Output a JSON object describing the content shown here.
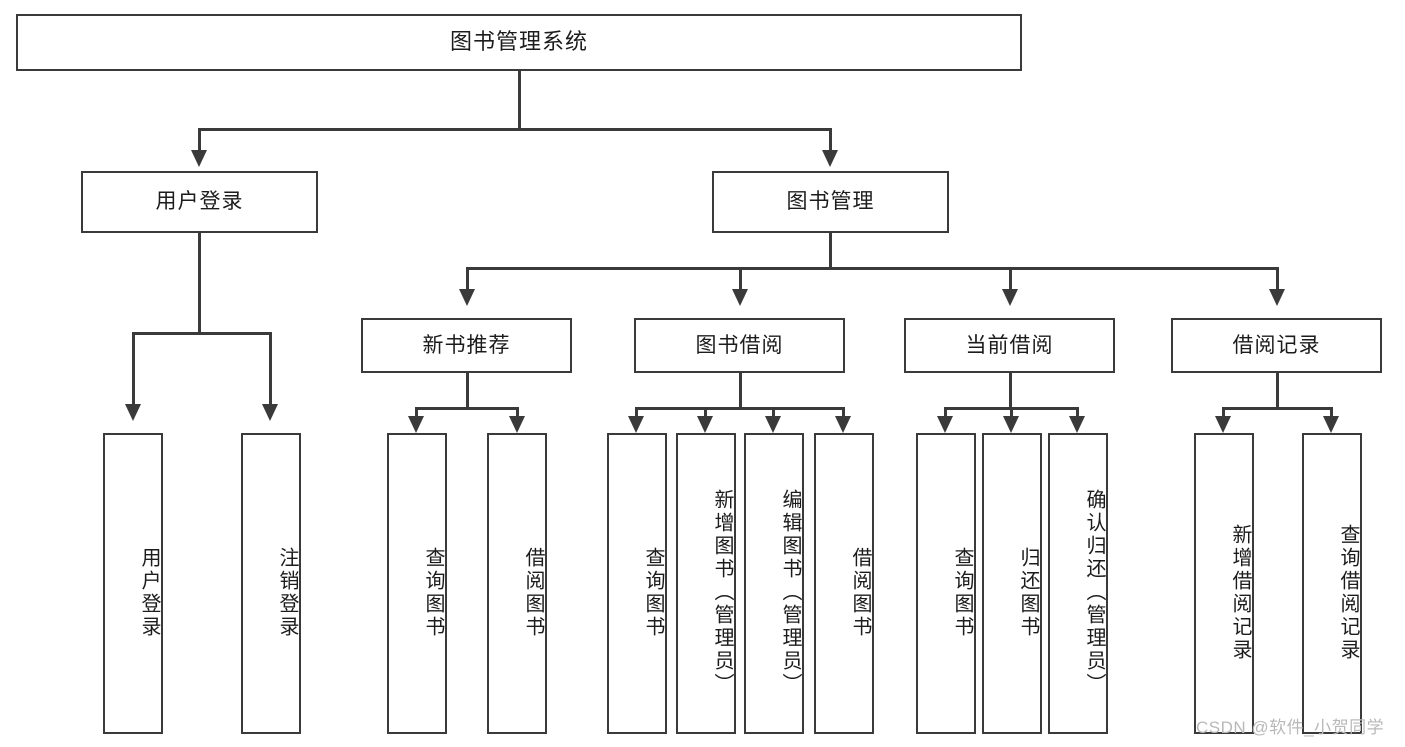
{
  "diagram": {
    "title": "图书管理系统",
    "type": "hierarchy-tree",
    "root": {
      "label": "图书管理系统",
      "level": 1
    },
    "level2": [
      {
        "label": "用户登录"
      },
      {
        "label": "图书管理"
      }
    ],
    "level3": [
      {
        "label": "新书推荐"
      },
      {
        "label": "图书借阅"
      },
      {
        "label": "当前借阅"
      },
      {
        "label": "借阅记录"
      }
    ],
    "leaves": [
      {
        "label": "用户登录",
        "parent": "用户登录"
      },
      {
        "label": "注销登录",
        "parent": "用户登录"
      },
      {
        "label": "查询图书",
        "parent": "新书推荐"
      },
      {
        "label": "借阅图书",
        "parent": "新书推荐"
      },
      {
        "label": "查询图书",
        "parent": "图书借阅"
      },
      {
        "label": "新增图书（管理员）",
        "parent": "图书借阅"
      },
      {
        "label": "编辑图书（管理员）",
        "parent": "图书借阅"
      },
      {
        "label": "借阅图书",
        "parent": "图书借阅"
      },
      {
        "label": "查询图书",
        "parent": "当前借阅"
      },
      {
        "label": "归还图书",
        "parent": "当前借阅"
      },
      {
        "label": "确认归还（管理员）",
        "parent": "当前借阅"
      },
      {
        "label": "新增借阅记录",
        "parent": "借阅记录"
      },
      {
        "label": "查询借阅记录",
        "parent": "借阅记录"
      }
    ]
  },
  "watermark": {
    "text": "CSDN @软件_小贺同学"
  },
  "colors": {
    "stroke": "#3a3a3a",
    "fill": "#ffffff",
    "text": "#1c1c1c",
    "watermark": "#b9b9b9"
  }
}
